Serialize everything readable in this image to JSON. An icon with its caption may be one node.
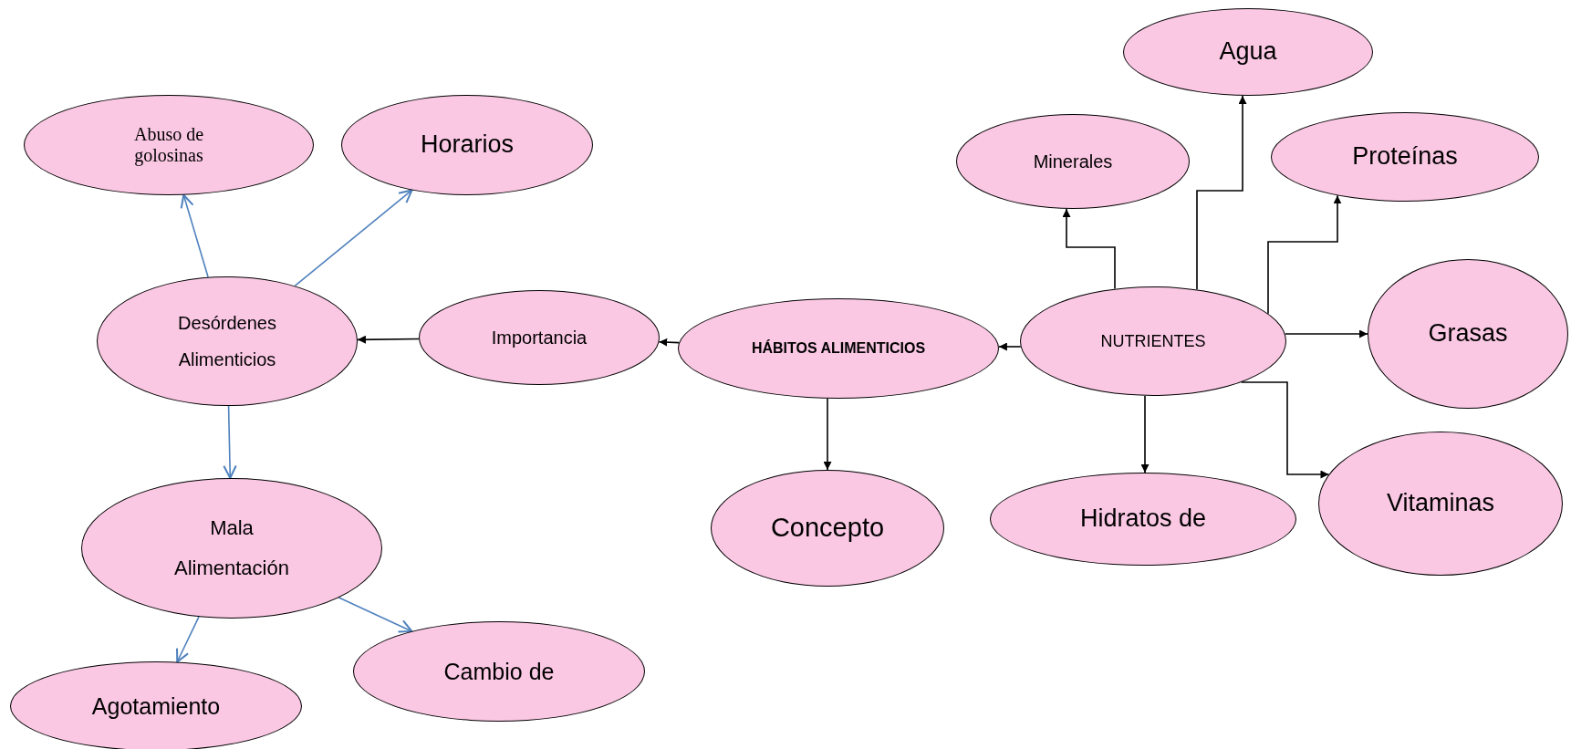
{
  "diagram": {
    "nodes": [
      {
        "text": [
          "Abuso de golosinas"
        ]
      },
      {
        "text": [
          "Horarios"
        ]
      },
      {
        "text": [
          "Desórdenes Alimenticios"
        ]
      },
      {
        "text": [
          "Importancia"
        ]
      },
      {
        "text": [
          "HÁBITOS ALIMENTICIOS"
        ]
      },
      {
        "text": [
          "NUTRIENTES"
        ]
      },
      {
        "text": [
          "Agua"
        ]
      },
      {
        "text": [
          "Minerales"
        ]
      },
      {
        "text": [
          "Proteínas"
        ]
      },
      {
        "text": [
          "Grasas"
        ]
      },
      {
        "text": [
          "Vitaminas"
        ]
      },
      {
        "text": [
          "Hidratos de"
        ]
      },
      {
        "text": [
          "Concepto"
        ]
      },
      {
        "text": [
          "Mala Alimentación"
        ]
      },
      {
        "text": [
          "Agotamiento"
        ]
      },
      {
        "text": [
          "Cambio de"
        ]
      }
    ],
    "edges": [
      {
        "from": 5,
        "to": 4,
        "arrow": "to"
      },
      {
        "from": 4,
        "to": 3,
        "arrow": "to"
      },
      {
        "from": 3,
        "to": 2,
        "arrow": "to"
      },
      {
        "from": 4,
        "to": 12,
        "arrow": "to"
      },
      {
        "from": 5,
        "to": 7,
        "arrow": "to"
      },
      {
        "from": 5,
        "to": 6,
        "arrow": "to"
      },
      {
        "from": 5,
        "to": 8,
        "arrow": "to"
      },
      {
        "from": 5,
        "to": 9,
        "arrow": "to"
      },
      {
        "from": 5,
        "to": 10,
        "arrow": "to"
      },
      {
        "from": 5,
        "to": 11,
        "arrow": "to"
      },
      {
        "from": 2,
        "to": 0,
        "arrow": "to",
        "color": "#4f81bd"
      },
      {
        "from": 2,
        "to": 1,
        "arrow": "to",
        "color": "#4f81bd"
      },
      {
        "from": 2,
        "to": 13,
        "arrow": "to",
        "color": "#4f81bd"
      },
      {
        "from": 13,
        "to": 14,
        "arrow": "to",
        "color": "#4f81bd"
      },
      {
        "from": 13,
        "to": 15,
        "arrow": "to",
        "color": "#4f81bd"
      }
    ]
  }
}
